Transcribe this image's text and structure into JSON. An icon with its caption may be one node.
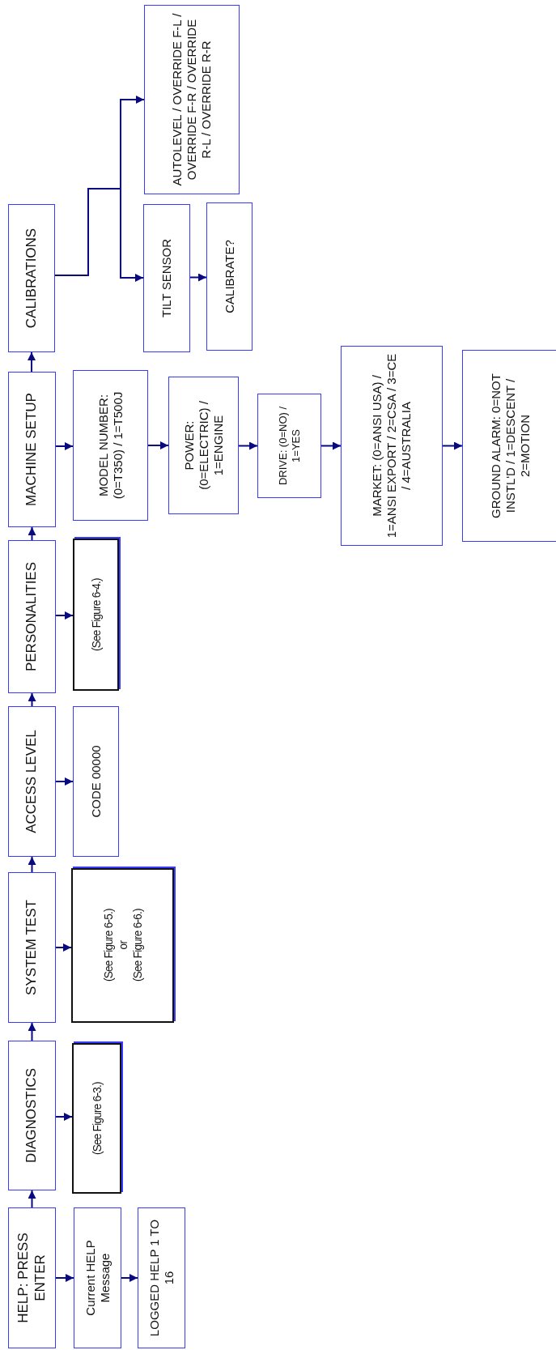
{
  "diagram": {
    "nodes": [
      {
        "text": [
          "HELP: PRESS ENTER"
        ]
      },
      {
        "text": [
          "Current HELP Message"
        ]
      },
      {
        "text": [
          "LOGGED HELP 1 TO 16"
        ]
      },
      {
        "text": [
          "DIAGNOSTICS"
        ]
      },
      {
        "text": [
          "(See Figure 6-3.)"
        ]
      },
      {
        "text": [
          "SYSTEM TEST"
        ]
      },
      {
        "text": [
          "(See Figure 6-5.)",
          "or",
          "(See Figure 6-6.)"
        ]
      },
      {
        "text": [
          "ACCESS LEVEL"
        ]
      },
      {
        "text": [
          "CODE 00000"
        ]
      },
      {
        "text": [
          "PERSONALITIES"
        ]
      },
      {
        "text": [
          "(See Figure 6-4.)"
        ]
      },
      {
        "text": [
          "MACHINE SETUP"
        ]
      },
      {
        "text": [
          "MODEL NUMBER: (0=T350) / 1=T500J"
        ]
      },
      {
        "text": [
          "POWER: (0=ELECTRIC) / 1=ENGINE"
        ]
      },
      {
        "text": [
          "DRIVE: (0=NO) / 1=YES"
        ]
      },
      {
        "text": [
          "MARKET: (0=ANSI USA) / 1=ANSI EXPORT / 2=CSA / 3=CE / 4=AUSTRALIA"
        ]
      },
      {
        "text": [
          "GROUND ALARM: 0=NOT INSTL'D / 1=DESCENT / 2=MOTION"
        ]
      },
      {
        "text": [
          "CALIBRATIONS"
        ]
      },
      {
        "text": [
          "TILT SENSOR"
        ]
      },
      {
        "text": [
          "CALIBRATE?"
        ]
      },
      {
        "text": [
          "AUTOLEVEL / OVERRIDE F-L / OVERRIDE F-R / OVERRIDE R-L / OVERRIDE R-R"
        ]
      }
    ],
    "edges": [
      {
        "from": 0,
        "to": 3,
        "arrow": "to"
      },
      {
        "from": 3,
        "to": 5,
        "arrow": "to"
      },
      {
        "from": 5,
        "to": 7,
        "arrow": "to"
      },
      {
        "from": 7,
        "to": 9,
        "arrow": "to"
      },
      {
        "from": 9,
        "to": 11,
        "arrow": "to"
      },
      {
        "from": 11,
        "to": 17,
        "arrow": "to"
      },
      {
        "from": 0,
        "to": 1,
        "arrow": "to"
      },
      {
        "from": 1,
        "to": 2,
        "arrow": "to"
      },
      {
        "from": 3,
        "to": 4,
        "arrow": "to"
      },
      {
        "from": 5,
        "to": 6,
        "arrow": "to"
      },
      {
        "from": 7,
        "to": 8,
        "arrow": "to"
      },
      {
        "from": 9,
        "to": 10,
        "arrow": "to"
      },
      {
        "from": 11,
        "to": 12,
        "arrow": "to"
      },
      {
        "from": 12,
        "to": 13,
        "arrow": "to"
      },
      {
        "from": 13,
        "to": 14,
        "arrow": "to"
      },
      {
        "from": 14,
        "to": 15,
        "arrow": "to"
      },
      {
        "from": 15,
        "to": 16,
        "arrow": "to"
      },
      {
        "from": 17,
        "to": 20,
        "arrow": "to"
      },
      {
        "from": 17,
        "to": 18,
        "arrow": "to"
      },
      {
        "from": 18,
        "to": 19,
        "arrow": "to"
      }
    ]
  }
}
